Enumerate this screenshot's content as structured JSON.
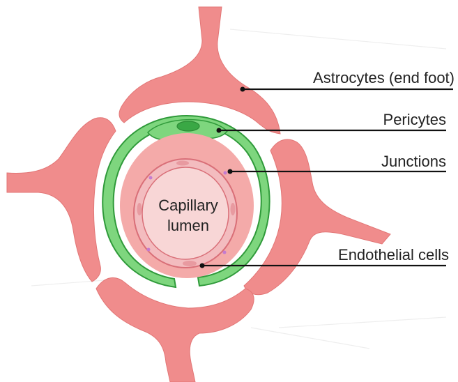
{
  "labels": {
    "astrocytes": "Astrocytes (end foot)",
    "pericytes": "Pericytes",
    "junctions": "Junctions",
    "endothelial": "Endothelial cells",
    "lumen_line1": "Capillary",
    "lumen_line2": "lumen"
  },
  "colors": {
    "astrocyte_fill": "#f08c8c",
    "astrocyte_stroke": "#e27676",
    "pericyte_fill": "#7ed67e",
    "pericyte_stroke": "#2f9a3a",
    "pericyte_nucleus": "#3aa845",
    "basement_fill": "#f4aaa9",
    "lumen_fill": "#f8d6d6",
    "endothelial_stroke": "#d96f78",
    "endothelial_fill": "#f3bcbf",
    "junction_dot": "#c47bd0",
    "leader_line": "#111111"
  }
}
